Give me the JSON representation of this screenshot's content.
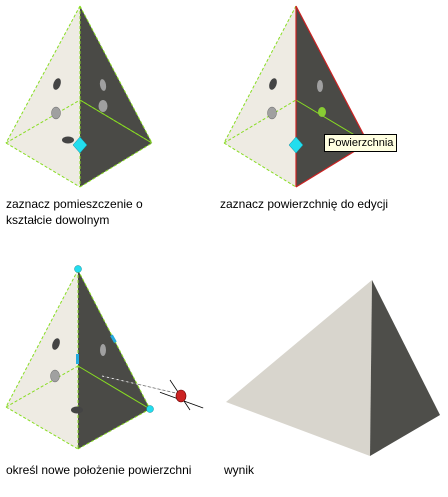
{
  "steps": [
    {
      "caption_line1": "zaznacz pomieszczenie o",
      "caption_line2": "kształcie dowolnym"
    },
    {
      "caption_line1": "zaznacz powierzchnię do edycji",
      "tooltip": "Powierzchnia"
    },
    {
      "caption_line1": "określ nowe położenie powierzchni"
    },
    {
      "caption_line1": "wynik"
    }
  ],
  "colors": {
    "face_light": "#eeebe3",
    "face_dark": "#4a4a46",
    "edge_green": "#88dd22",
    "edge_red": "#cc2222",
    "grip_cyan": "#22ddee",
    "marker_gray": "#a0a0a0",
    "result_light": "#d8d5cd",
    "result_dark": "#4e4e4a"
  },
  "icons": [
    "grip-diamond-icon",
    "cursor-crosshair-icon"
  ]
}
